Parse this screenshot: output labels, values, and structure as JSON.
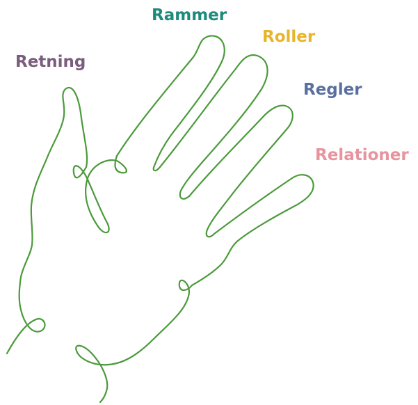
{
  "labels": {
    "rammer": "Rammer",
    "roller": "Roller",
    "retning": "Retning",
    "regler": "Regler",
    "relationer": "Relationer"
  },
  "colors": {
    "rammer": "#1e8a7c",
    "roller": "#e8b52a",
    "retning": "#7a5c7c",
    "regler": "#5a6fa0",
    "relationer": "#e8949e",
    "hand_stroke": "#4a9a3a"
  }
}
